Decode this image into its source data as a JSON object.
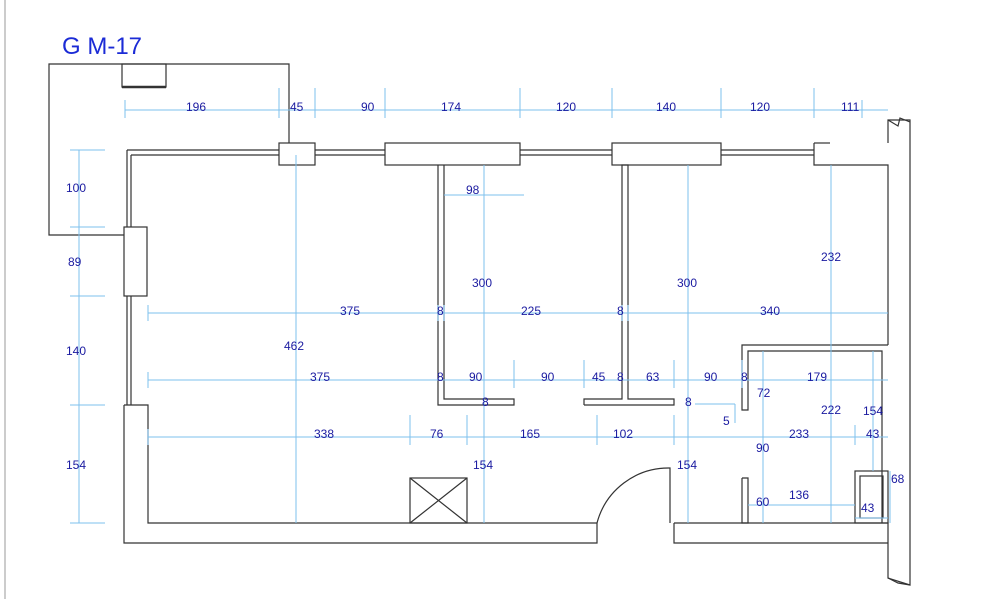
{
  "plan": {
    "title": "G M-17",
    "dimensions": [
      {
        "id": "top-196",
        "text": "196"
      },
      {
        "id": "top-45",
        "text": "45"
      },
      {
        "id": "top-90",
        "text": "90"
      },
      {
        "id": "top-174",
        "text": "174"
      },
      {
        "id": "top-120a",
        "text": "120"
      },
      {
        "id": "top-140",
        "text": "140"
      },
      {
        "id": "top-120b",
        "text": "120"
      },
      {
        "id": "top-111",
        "text": "111"
      },
      {
        "id": "left-100",
        "text": "100"
      },
      {
        "id": "left-89",
        "text": "89"
      },
      {
        "id": "left-140",
        "text": "140"
      },
      {
        "id": "left-154",
        "text": "154"
      },
      {
        "id": "d-98",
        "text": "98"
      },
      {
        "id": "d-300a",
        "text": "300"
      },
      {
        "id": "d-300b",
        "text": "300"
      },
      {
        "id": "d-232",
        "text": "232"
      },
      {
        "id": "d-462",
        "text": "462"
      },
      {
        "id": "r1-375",
        "text": "375"
      },
      {
        "id": "r1-8a",
        "text": "8"
      },
      {
        "id": "r1-225",
        "text": "225"
      },
      {
        "id": "r1-8b",
        "text": "8"
      },
      {
        "id": "r1-340",
        "text": "340"
      },
      {
        "id": "r2-375",
        "text": "375"
      },
      {
        "id": "r2-8a",
        "text": "8"
      },
      {
        "id": "r2-90a",
        "text": "90"
      },
      {
        "id": "r2-90b",
        "text": "90"
      },
      {
        "id": "r2-45",
        "text": "45"
      },
      {
        "id": "r2-8b",
        "text": "8"
      },
      {
        "id": "r2-63",
        "text": "63"
      },
      {
        "id": "r2-90c",
        "text": "90"
      },
      {
        "id": "r2-8c",
        "text": "8"
      },
      {
        "id": "r2-179",
        "text": "179"
      },
      {
        "id": "d-8c",
        "text": "8"
      },
      {
        "id": "d-8d",
        "text": "8"
      },
      {
        "id": "d-72",
        "text": "72"
      },
      {
        "id": "d-5",
        "text": "5"
      },
      {
        "id": "d-222",
        "text": "222"
      },
      {
        "id": "d-154r",
        "text": "154"
      },
      {
        "id": "r3-338",
        "text": "338"
      },
      {
        "id": "r3-76",
        "text": "76"
      },
      {
        "id": "r3-165",
        "text": "165"
      },
      {
        "id": "r3-102",
        "text": "102"
      },
      {
        "id": "r3-233",
        "text": "233"
      },
      {
        "id": "r3-43",
        "text": "43"
      },
      {
        "id": "d-90v",
        "text": "90"
      },
      {
        "id": "d-154a",
        "text": "154"
      },
      {
        "id": "d-154b",
        "text": "154"
      },
      {
        "id": "d-68",
        "text": "68"
      },
      {
        "id": "d-60",
        "text": "60"
      },
      {
        "id": "d-136",
        "text": "136"
      },
      {
        "id": "d-43b",
        "text": "43"
      }
    ]
  }
}
